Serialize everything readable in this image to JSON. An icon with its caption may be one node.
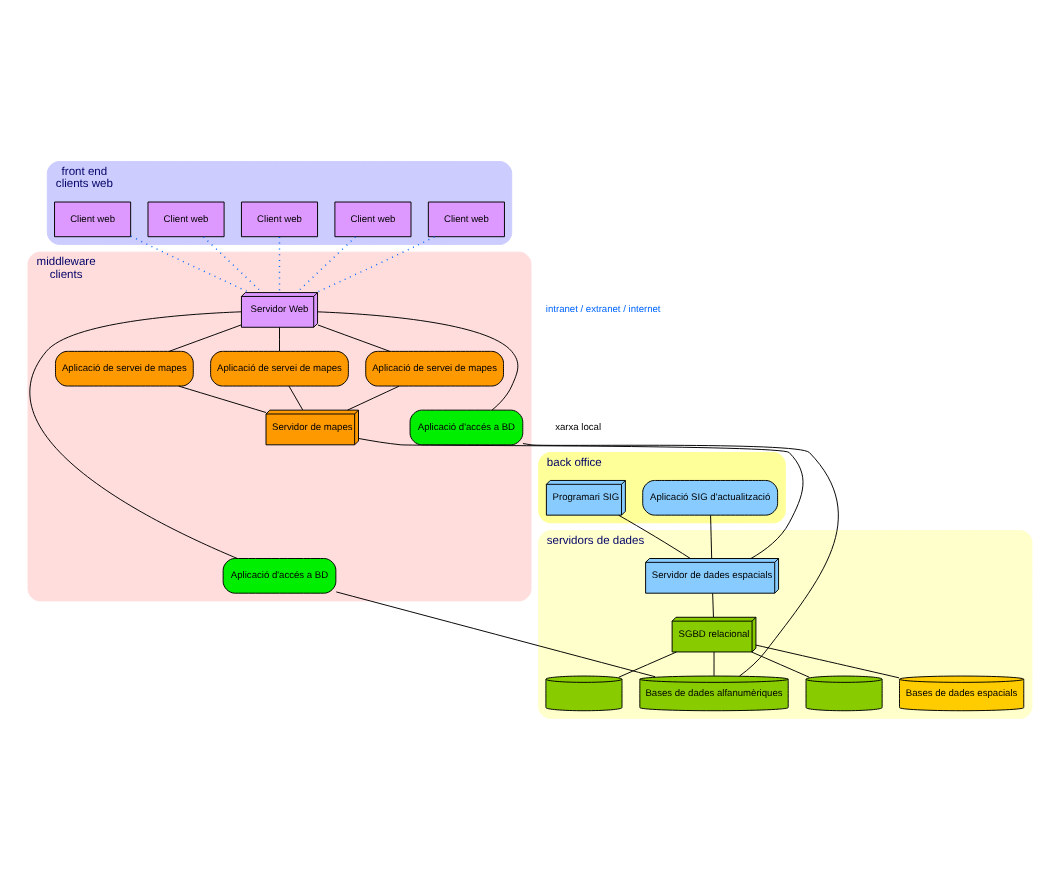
{
  "diagram": {
    "nodes": [
      {
        "text": [
          "front end",
          "clients web"
        ]
      },
      {
        "text": [
          "Client web"
        ],
        "in": 0
      },
      {
        "text": [
          "Client web"
        ],
        "in": 0
      },
      {
        "text": [
          "Client web"
        ],
        "in": 0
      },
      {
        "text": [
          "Client web"
        ],
        "in": 0
      },
      {
        "text": [
          "Client web"
        ],
        "in": 0
      },
      {
        "text": [
          "middleware",
          "clients"
        ]
      },
      {
        "text": [
          "Servidor Web"
        ],
        "in": 6
      },
      {
        "text": [
          "Aplicació d'accés a BD"
        ],
        "in": 6
      },
      {
        "text": [
          "Aplicació d'accés a BD"
        ],
        "in": 6
      },
      {
        "text": [
          "Aplicació de servei de mapes"
        ],
        "in": 6
      },
      {
        "text": [
          "Aplicació de servei de mapes"
        ],
        "in": 6
      },
      {
        "text": [
          "Aplicació de servei de mapes"
        ],
        "in": 6
      },
      {
        "text": [
          "Servidor de mapes"
        ],
        "in": 6
      },
      {
        "text": [
          "back office"
        ]
      },
      {
        "text": [
          "Aplicació SIG d'actualització"
        ],
        "in": 14
      },
      {
        "text": [
          "Programari SIG"
        ],
        "in": 14
      },
      {
        "text": [
          "servidors de dades"
        ]
      },
      {
        "text": [
          "Servidor de dades espacials"
        ],
        "in": 17
      },
      {
        "text": [
          "SGBD relacional"
        ],
        "in": 17
      },
      {
        "text": [],
        "shape": "cylinder",
        "in": 17
      },
      {
        "text": [
          "Bases de dades alfanumèriques"
        ],
        "in": 17
      },
      {
        "text": [],
        "shape": "cylinder",
        "in": 17
      },
      {
        "text": [
          "Bases de dades espacials"
        ],
        "in": 17
      }
    ],
    "edges": [
      {
        "from": 1,
        "to": 7,
        "arrow": "none",
        "style": "dashed",
        "color": "#0066ff"
      },
      {
        "from": 2,
        "to": 7,
        "arrow": "none",
        "style": "dashed",
        "color": "#0066ff"
      },
      {
        "from": 3,
        "to": 7,
        "arrow": "none",
        "style": "dashed",
        "color": "#0066ff"
      },
      {
        "from": 4,
        "to": 7,
        "arrow": "none",
        "style": "dashed",
        "color": "#0066ff"
      },
      {
        "from": 5,
        "to": 7,
        "arrow": "none",
        "style": "dashed",
        "color": "#0066ff"
      },
      {
        "from": 7,
        "to": 8,
        "arrow": "none"
      },
      {
        "from": 7,
        "to": 9,
        "arrow": "none"
      },
      {
        "from": 7,
        "to": 10,
        "arrow": "none"
      },
      {
        "from": 7,
        "to": 11,
        "arrow": "none"
      },
      {
        "from": 7,
        "to": 12,
        "arrow": "none"
      },
      {
        "from": 8,
        "to": 21,
        "arrow": "none"
      },
      {
        "from": 9,
        "to": 21,
        "arrow": "none"
      },
      {
        "from": 10,
        "to": 13,
        "arrow": "none"
      },
      {
        "from": 11,
        "to": 13,
        "arrow": "none"
      },
      {
        "from": 12,
        "to": 13,
        "arrow": "none"
      },
      {
        "from": 13,
        "to": 18,
        "arrow": "none"
      },
      {
        "from": 15,
        "to": 18,
        "arrow": "none"
      },
      {
        "from": 16,
        "to": 18,
        "arrow": "none"
      },
      {
        "from": 18,
        "to": 19,
        "arrow": "none"
      },
      {
        "from": 19,
        "to": 20,
        "arrow": "none"
      },
      {
        "from": 19,
        "to": 21,
        "arrow": "none"
      },
      {
        "from": 19,
        "to": 22,
        "arrow": "none"
      },
      {
        "from": 19,
        "to": 23,
        "arrow": "none"
      }
    ],
    "labels": [
      "intranet / extranet / internet",
      "xarxa local"
    ]
  }
}
